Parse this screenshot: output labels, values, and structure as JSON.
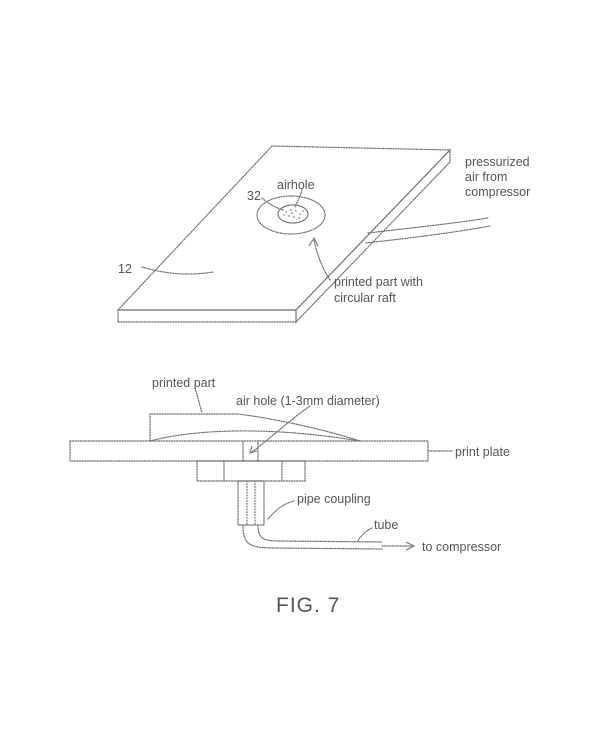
{
  "top_view": {
    "ref_12": "12",
    "ref_32": "32",
    "airhole": "airhole",
    "air_line1": "pressurized",
    "air_line2": "air from",
    "air_line3": "compressor",
    "part_line1": "printed part with",
    "part_line2": "circular raft"
  },
  "side_view": {
    "printed_part": "printed part",
    "air_hole": "air hole (1-3mm diameter)",
    "print_plate": "print plate",
    "pipe_coupling": "pipe coupling",
    "tube": "tube",
    "to_compressor": "to compressor"
  },
  "caption": "FIG. 7"
}
